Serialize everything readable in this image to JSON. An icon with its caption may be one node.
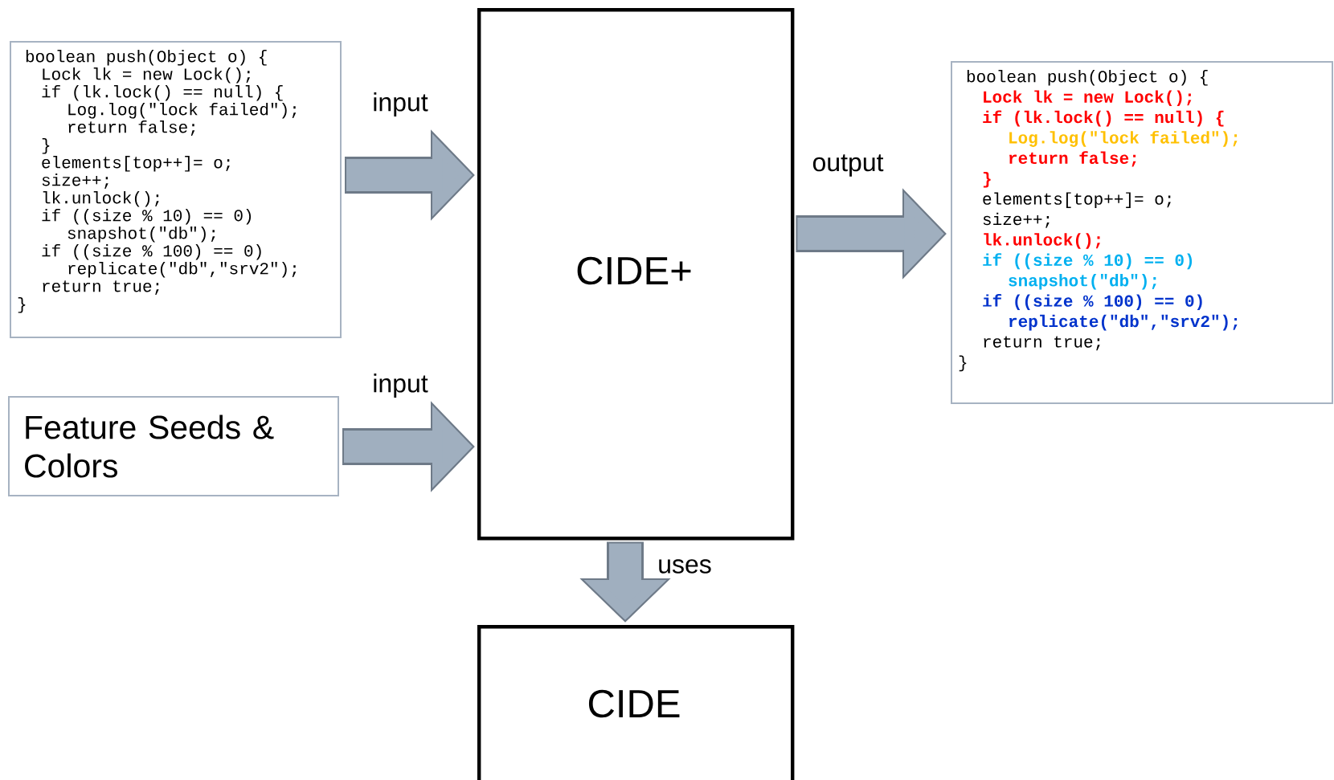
{
  "diagram": {
    "nodes": [
      {
        "text": [
          "boolean push(Object o) {",
          "Lock lk = new Lock();",
          "if (lk.lock() == null) {",
          "Log.log(\"lock failed\");",
          "return false;",
          "}",
          "elements[top++]= o;",
          "size++;",
          "lk.unlock();",
          "if ((size % 10) == 0)",
          "snapshot(\"db\");",
          "if ((size % 100) == 0)",
          "replicate(\"db\",\"srv2\");",
          "return true;",
          "}"
        ]
      },
      {
        "text": [
          "Feature Seeds & Colors"
        ]
      },
      {
        "text": [
          "CIDE+"
        ]
      },
      {
        "text": [
          "boolean push(Object o) {",
          "Lock lk = new Lock();",
          "if (lk.lock() == null) {",
          "Log.log(\"lock failed\");",
          "return false;",
          "}",
          "elements[top++]= o;",
          "size++;",
          "lk.unlock();",
          "if ((size % 10) == 0)",
          "snapshot(\"db\");",
          "if ((size % 100) == 0)",
          "replicate(\"db\",\"srv2\");",
          "return true;",
          "}"
        ]
      },
      {
        "text": [
          "CIDE"
        ]
      }
    ],
    "edges": [
      {
        "from": 0,
        "to": 2,
        "arrow": "to",
        "label": "input"
      },
      {
        "from": 1,
        "to": 2,
        "arrow": "to",
        "label": "input"
      },
      {
        "from": 2,
        "to": 3,
        "arrow": "to",
        "label": "output"
      },
      {
        "from": 2,
        "to": 4,
        "arrow": "to",
        "label": "uses"
      }
    ]
  }
}
